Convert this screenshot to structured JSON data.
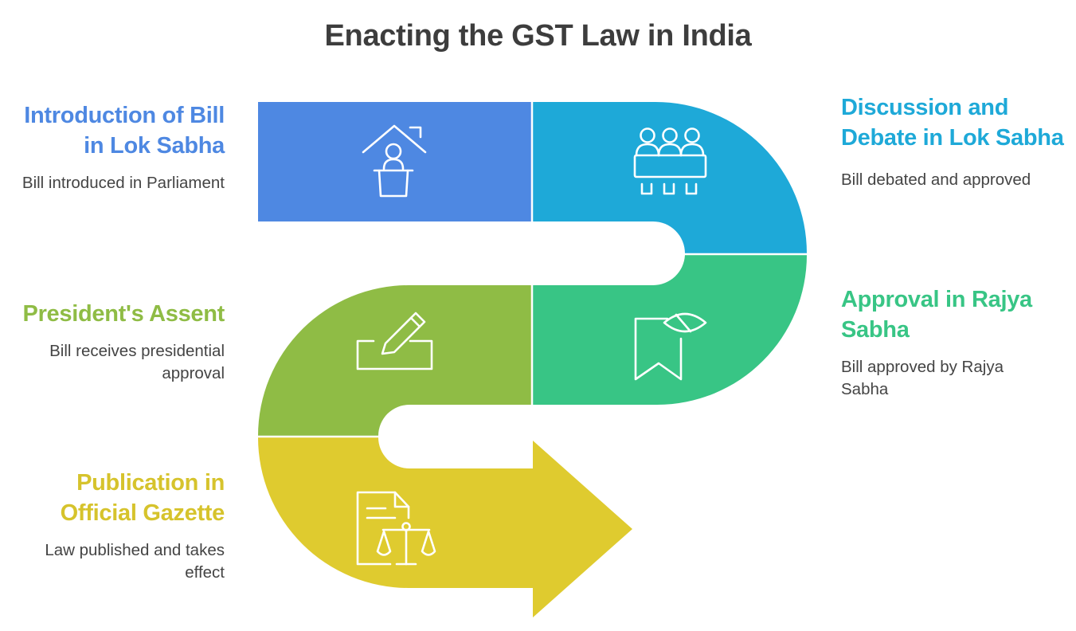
{
  "title": "Enacting the GST Law in India",
  "colors": {
    "step1": "#4e88e2",
    "step2": "#1ea9d8",
    "step3": "#38c585",
    "step4": "#8fbc45",
    "step5": "#dfcb2f",
    "icon_stroke": "#ffffff"
  },
  "steps": [
    {
      "title": "Introduction of Bill in Lok Sabha",
      "desc": "Bill introduced in Parliament",
      "icon": "podium-speaker-icon"
    },
    {
      "title": "Discussion and Debate in Lok Sabha",
      "desc": "Bill debated and approved",
      "icon": "assembly-table-icon"
    },
    {
      "title": "Approval in Rajya Sabha",
      "desc": "Bill approved by Rajya Sabha",
      "icon": "bookmark-eye-icon"
    },
    {
      "title": "President's Assent",
      "desc": "Bill receives presidential approval",
      "icon": "pencil-signature-icon"
    },
    {
      "title": "Publication in Official Gazette",
      "desc": "Law published and takes effect",
      "icon": "document-scales-icon"
    }
  ]
}
